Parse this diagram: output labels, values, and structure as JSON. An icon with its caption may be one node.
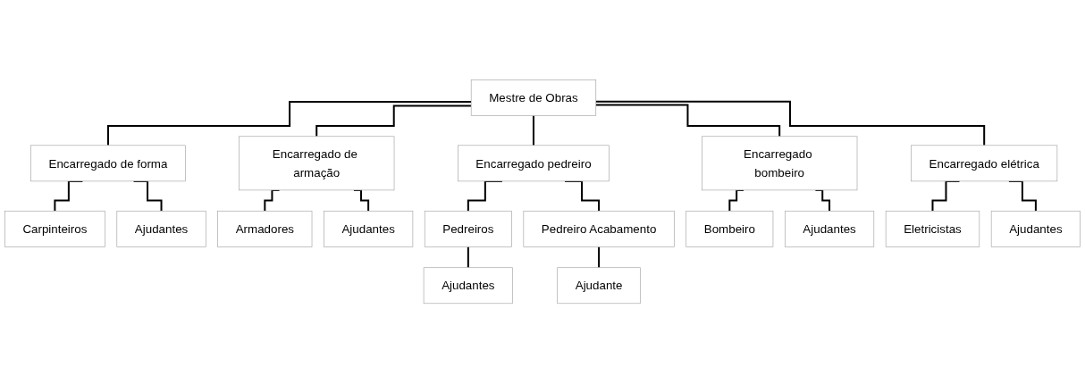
{
  "diagram": {
    "nodes": [
      {
        "text": [
          "Mestre de Obras"
        ]
      },
      {
        "text": [
          "Encarregado de forma"
        ]
      },
      {
        "text": [
          "Encarregado de armação"
        ]
      },
      {
        "text": [
          "Encarregado pedreiro"
        ]
      },
      {
        "text": [
          "Encarregado bombeiro"
        ]
      },
      {
        "text": [
          "Encarregado elétrica"
        ]
      },
      {
        "text": [
          "Carpinteiros"
        ]
      },
      {
        "text": [
          "Ajudantes"
        ]
      },
      {
        "text": [
          "Armadores"
        ]
      },
      {
        "text": [
          "Ajudantes"
        ]
      },
      {
        "text": [
          "Pedreiros"
        ]
      },
      {
        "text": [
          "Pedreiro Acabamento"
        ]
      },
      {
        "text": [
          "Ajudantes"
        ]
      },
      {
        "text": [
          "Ajudante"
        ]
      },
      {
        "text": [
          "Bombeiro"
        ]
      },
      {
        "text": [
          "Ajudantes"
        ]
      },
      {
        "text": [
          "Eletricistas"
        ]
      },
      {
        "text": [
          "Ajudantes"
        ]
      }
    ],
    "edges": [
      {
        "from": 0,
        "to": 1,
        "arrow": "none"
      },
      {
        "from": 0,
        "to": 2,
        "arrow": "none"
      },
      {
        "from": 0,
        "to": 3,
        "arrow": "none"
      },
      {
        "from": 0,
        "to": 4,
        "arrow": "none"
      },
      {
        "from": 0,
        "to": 5,
        "arrow": "none"
      },
      {
        "from": 1,
        "to": 6,
        "arrow": "none"
      },
      {
        "from": 1,
        "to": 7,
        "arrow": "none"
      },
      {
        "from": 2,
        "to": 8,
        "arrow": "none"
      },
      {
        "from": 2,
        "to": 9,
        "arrow": "none"
      },
      {
        "from": 3,
        "to": 10,
        "arrow": "none"
      },
      {
        "from": 3,
        "to": 11,
        "arrow": "none"
      },
      {
        "from": 10,
        "to": 12,
        "arrow": "none"
      },
      {
        "from": 11,
        "to": 13,
        "arrow": "none"
      },
      {
        "from": 4,
        "to": 14,
        "arrow": "none"
      },
      {
        "from": 4,
        "to": 15,
        "arrow": "none"
      },
      {
        "from": 5,
        "to": 16,
        "arrow": "none"
      },
      {
        "from": 5,
        "to": 17,
        "arrow": "none"
      }
    ]
  }
}
